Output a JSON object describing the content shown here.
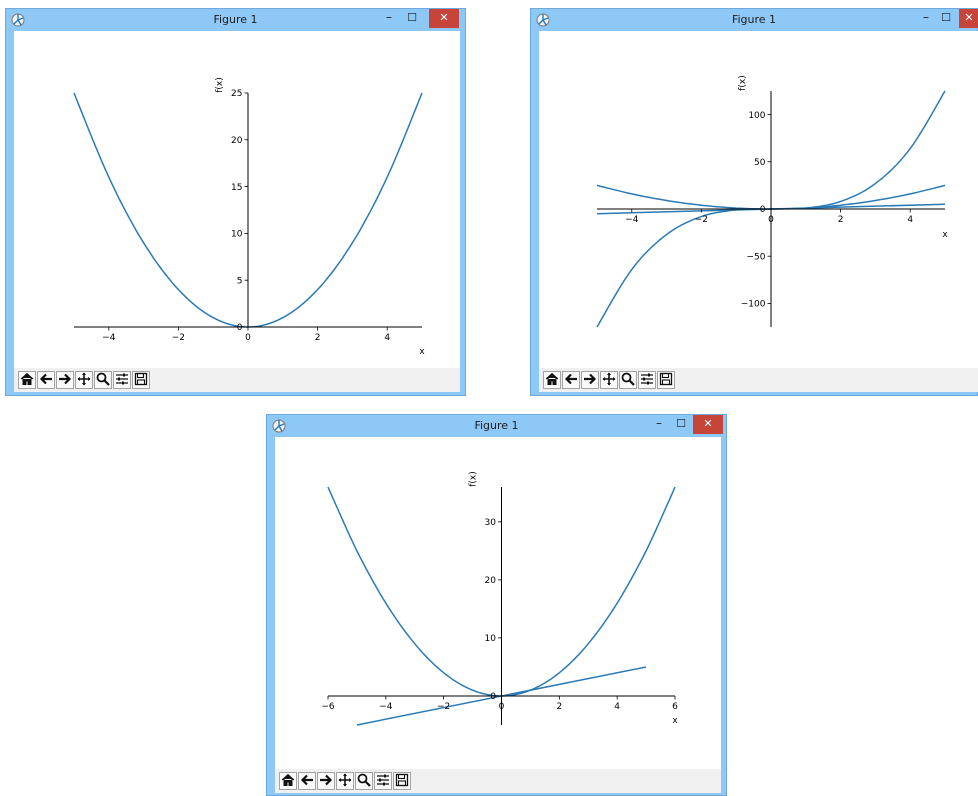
{
  "windows": [
    {
      "title": "Figure 1",
      "window_controls": {
        "minimize": "–",
        "maximize": "☐",
        "close": "✕"
      },
      "toolbar": [
        "home-icon",
        "back-icon",
        "forward-icon",
        "pan-icon",
        "zoom-icon",
        "configure-icon",
        "save-icon"
      ]
    },
    {
      "title": "Figure 1",
      "window_controls": {
        "minimize": "–",
        "maximize": "☐",
        "close": "✕"
      },
      "toolbar": [
        "home-icon",
        "back-icon",
        "forward-icon",
        "pan-icon",
        "zoom-icon",
        "configure-icon",
        "save-icon"
      ]
    },
    {
      "title": "Figure 1",
      "window_controls": {
        "minimize": "–",
        "maximize": "☐",
        "close": "✕"
      },
      "toolbar": [
        "home-icon",
        "back-icon",
        "forward-icon",
        "pan-icon",
        "zoom-icon",
        "configure-icon",
        "save-icon"
      ]
    }
  ],
  "colors": {
    "titlebar": "#8ec8f6",
    "close_button": "#c7443b",
    "series": "#2a7ab5",
    "axis": "#000000",
    "toolbar": "#f0f0f0"
  },
  "chart_data": [
    {
      "type": "line",
      "xlabel": "x",
      "ylabel": "f(x)",
      "xlim": [
        -5,
        5
      ],
      "ylim": [
        0,
        25
      ],
      "xticks": [
        -4,
        -2,
        0,
        2,
        4
      ],
      "yticks": [
        0,
        5,
        10,
        15,
        20,
        25
      ],
      "xtick_labels": [
        "−4",
        "−2",
        "0",
        "2",
        "4"
      ],
      "ytick_labels": [
        "0",
        "5",
        "10",
        "15",
        "20",
        "25"
      ],
      "grid": false,
      "spines": "centered",
      "series": [
        {
          "x": [
            -5,
            -4,
            -3,
            -2,
            -1,
            0,
            1,
            2,
            3,
            4,
            5
          ],
          "y": [
            25,
            16,
            9,
            4,
            1,
            0,
            1,
            4,
            9,
            16,
            25
          ]
        }
      ]
    },
    {
      "type": "line",
      "xlabel": "x",
      "ylabel": "f(x)",
      "xlim": [
        -5,
        5
      ],
      "ylim": [
        -125,
        125
      ],
      "xticks": [
        -4,
        -2,
        0,
        2,
        4
      ],
      "yticks": [
        -100,
        -50,
        0,
        50,
        100
      ],
      "xtick_labels": [
        "−4",
        "−2",
        "0",
        "2",
        "4"
      ],
      "ytick_labels": [
        "−100",
        "−50",
        "0",
        "50",
        "100"
      ],
      "grid": false,
      "spines": "centered",
      "series": [
        {
          "x": [
            -5,
            -4,
            -3,
            -2,
            -1,
            0,
            1,
            2,
            3,
            4,
            5
          ],
          "y": [
            -125,
            -64,
            -27,
            -8,
            -1,
            0,
            1,
            8,
            27,
            64,
            125
          ]
        },
        {
          "x": [
            -5,
            -4,
            -3,
            -2,
            -1,
            0,
            1,
            2,
            3,
            4,
            5
          ],
          "y": [
            25,
            16,
            9,
            4,
            1,
            0,
            1,
            4,
            9,
            16,
            25
          ]
        },
        {
          "x": [
            -5,
            5
          ],
          "y": [
            -5,
            5
          ]
        }
      ]
    },
    {
      "type": "line",
      "xlabel": "x",
      "ylabel": "f(x)",
      "xlim": [
        -6,
        6
      ],
      "ylim": [
        -5,
        36
      ],
      "xticks": [
        -6,
        -4,
        -2,
        0,
        2,
        4,
        6
      ],
      "yticks": [
        0,
        10,
        20,
        30
      ],
      "xtick_labels": [
        "−6",
        "−4",
        "−2",
        "0",
        "2",
        "4",
        "6"
      ],
      "ytick_labels": [
        "0",
        "10",
        "20",
        "30"
      ],
      "grid": false,
      "spines": "centered",
      "series": [
        {
          "x": [
            -6,
            -5,
            -4,
            -3,
            -2,
            -1,
            0,
            1,
            2,
            3,
            4,
            5,
            6
          ],
          "y": [
            36,
            25,
            16,
            9,
            4,
            1,
            0,
            1,
            4,
            9,
            16,
            25,
            36
          ]
        },
        {
          "x": [
            -5,
            5
          ],
          "y": [
            -5,
            5
          ]
        }
      ]
    }
  ]
}
